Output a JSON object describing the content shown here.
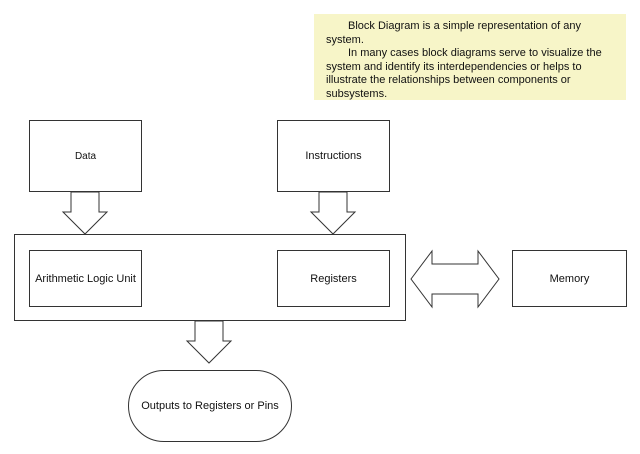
{
  "note": {
    "line1": "Block Diagram is a simple representation of any system.",
    "line2": "In many cases block diagrams serve to visualize the system and identify its interdependencies or helps to illustrate the relationships between components or subsystems."
  },
  "blocks": {
    "data": "Data",
    "instructions": "Instructions",
    "alu": "Arithmetic Logic Unit",
    "registers": "Registers",
    "memory": "Memory",
    "outputs": "Outputs to Registers or Pins"
  }
}
